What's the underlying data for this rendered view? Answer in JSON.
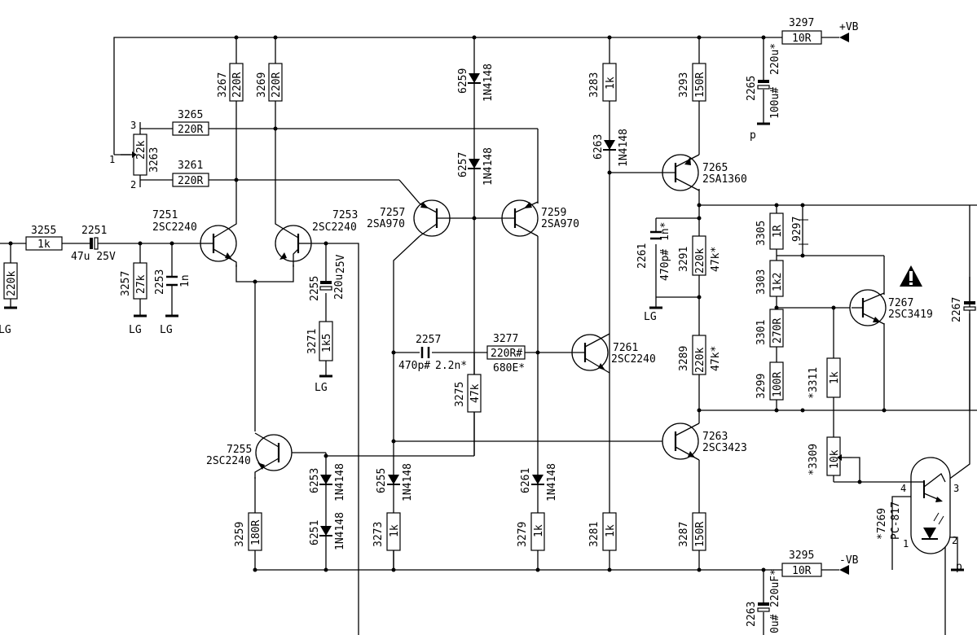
{
  "rails": {
    "pos": "+VB",
    "neg": "-VB",
    "ground": "LG",
    "p": "p"
  },
  "resistors": [
    {
      "id": "r3255",
      "ref": "3255",
      "value": "1k"
    },
    {
      "id": "r_in",
      "ref": "",
      "value": "220k"
    },
    {
      "id": "r3257",
      "ref": "3257",
      "value": "27k"
    },
    {
      "id": "r3263",
      "ref": "3263",
      "value": "22k"
    },
    {
      "id": "r3265",
      "ref": "3265",
      "value": "220R"
    },
    {
      "id": "r3261",
      "ref": "3261",
      "value": "220R"
    },
    {
      "id": "r3267",
      "ref": "3267",
      "value": "220R"
    },
    {
      "id": "r3269",
      "ref": "3269",
      "value": "220R"
    },
    {
      "id": "r3271",
      "ref": "3271",
      "value": "1k5"
    },
    {
      "id": "r3259",
      "ref": "3259",
      "value": "180R"
    },
    {
      "id": "r3273",
      "ref": "3273",
      "value": "1k"
    },
    {
      "id": "r3275",
      "ref": "3275",
      "value": "47k"
    },
    {
      "id": "r3277",
      "ref": "3277",
      "value": "220R#",
      "alt": "680E*"
    },
    {
      "id": "r3279",
      "ref": "3279",
      "value": "1k"
    },
    {
      "id": "r3281",
      "ref": "3281",
      "value": "1k"
    },
    {
      "id": "r3283",
      "ref": "3283",
      "value": "1k"
    },
    {
      "id": "r3293",
      "ref": "3293",
      "value": "150R"
    },
    {
      "id": "r3287",
      "ref": "3287",
      "value": "150R"
    },
    {
      "id": "r3291",
      "ref": "3291",
      "value": "220k",
      "alt": "47k*"
    },
    {
      "id": "r3289",
      "ref": "3289",
      "value": "220k",
      "alt": "47k*"
    },
    {
      "id": "r3305",
      "ref": "3305",
      "value": "1R"
    },
    {
      "id": "r3303",
      "ref": "3303",
      "value": "1k2"
    },
    {
      "id": "r3301",
      "ref": "3301",
      "value": "270R"
    },
    {
      "id": "r3299",
      "ref": "3299",
      "value": "100R"
    },
    {
      "id": "r3311",
      "ref": "*3311",
      "value": "1k"
    },
    {
      "id": "r3309",
      "ref": "*3309",
      "value": "10k"
    },
    {
      "id": "r3297",
      "ref": "3297",
      "value": "10R"
    },
    {
      "id": "r3295",
      "ref": "3295",
      "value": "10R"
    }
  ],
  "capacitors": [
    {
      "id": "c2251",
      "ref": "2251",
      "value": "47u 25V"
    },
    {
      "id": "c2253",
      "ref": "2253",
      "value": "1n"
    },
    {
      "id": "c2255",
      "ref": "2255",
      "value": "220u",
      "alt": "25V"
    },
    {
      "id": "c2257",
      "ref": "2257",
      "value": "470p#",
      "alt": "2.2n*"
    },
    {
      "id": "c2261",
      "ref": "2261",
      "value": "470p#",
      "alt": "1n*"
    },
    {
      "id": "c2265",
      "ref": "2265",
      "value": "100u#",
      "alt": "220u*"
    },
    {
      "id": "c2263",
      "ref": "2263",
      "value": "0u#",
      "alt": "220uF*"
    },
    {
      "id": "c2267",
      "ref": "2267",
      "value": ""
    }
  ],
  "diodes": [
    {
      "id": "d6259",
      "ref": "6259",
      "value": "1N4148"
    },
    {
      "id": "d6257",
      "ref": "6257",
      "value": "1N4148"
    },
    {
      "id": "d6263",
      "ref": "6263",
      "value": "1N4148"
    },
    {
      "id": "d6253",
      "ref": "6253",
      "value": "1N4148"
    },
    {
      "id": "d6251",
      "ref": "6251",
      "value": "1N4148"
    },
    {
      "id": "d6255",
      "ref": "6255",
      "value": "1N4148"
    },
    {
      "id": "d6261",
      "ref": "6261",
      "value": "1N4148"
    }
  ],
  "transistors": [
    {
      "id": "q7251",
      "ref": "7251",
      "value": "2SC2240"
    },
    {
      "id": "q7253",
      "ref": "7253",
      "value": "2SC2240"
    },
    {
      "id": "q7255",
      "ref": "7255",
      "value": "2SC2240"
    },
    {
      "id": "q7257",
      "ref": "7257",
      "value": "2SA970"
    },
    {
      "id": "q7259",
      "ref": "7259",
      "value": "2SA970"
    },
    {
      "id": "q7261",
      "ref": "7261",
      "value": "2SC2240"
    },
    {
      "id": "q7265",
      "ref": "7265",
      "value": "2SA1360"
    },
    {
      "id": "q7263",
      "ref": "7263",
      "value": "2SC3423"
    },
    {
      "id": "q7267",
      "ref": "7267",
      "value": "2SC3419"
    }
  ],
  "optocoupler": {
    "ref": "*7269",
    "value": "PC-817",
    "pins": [
      "1",
      "2",
      "3",
      "4"
    ]
  },
  "pot_pins": [
    "1",
    "2",
    "3"
  ],
  "jumper": "9297"
}
